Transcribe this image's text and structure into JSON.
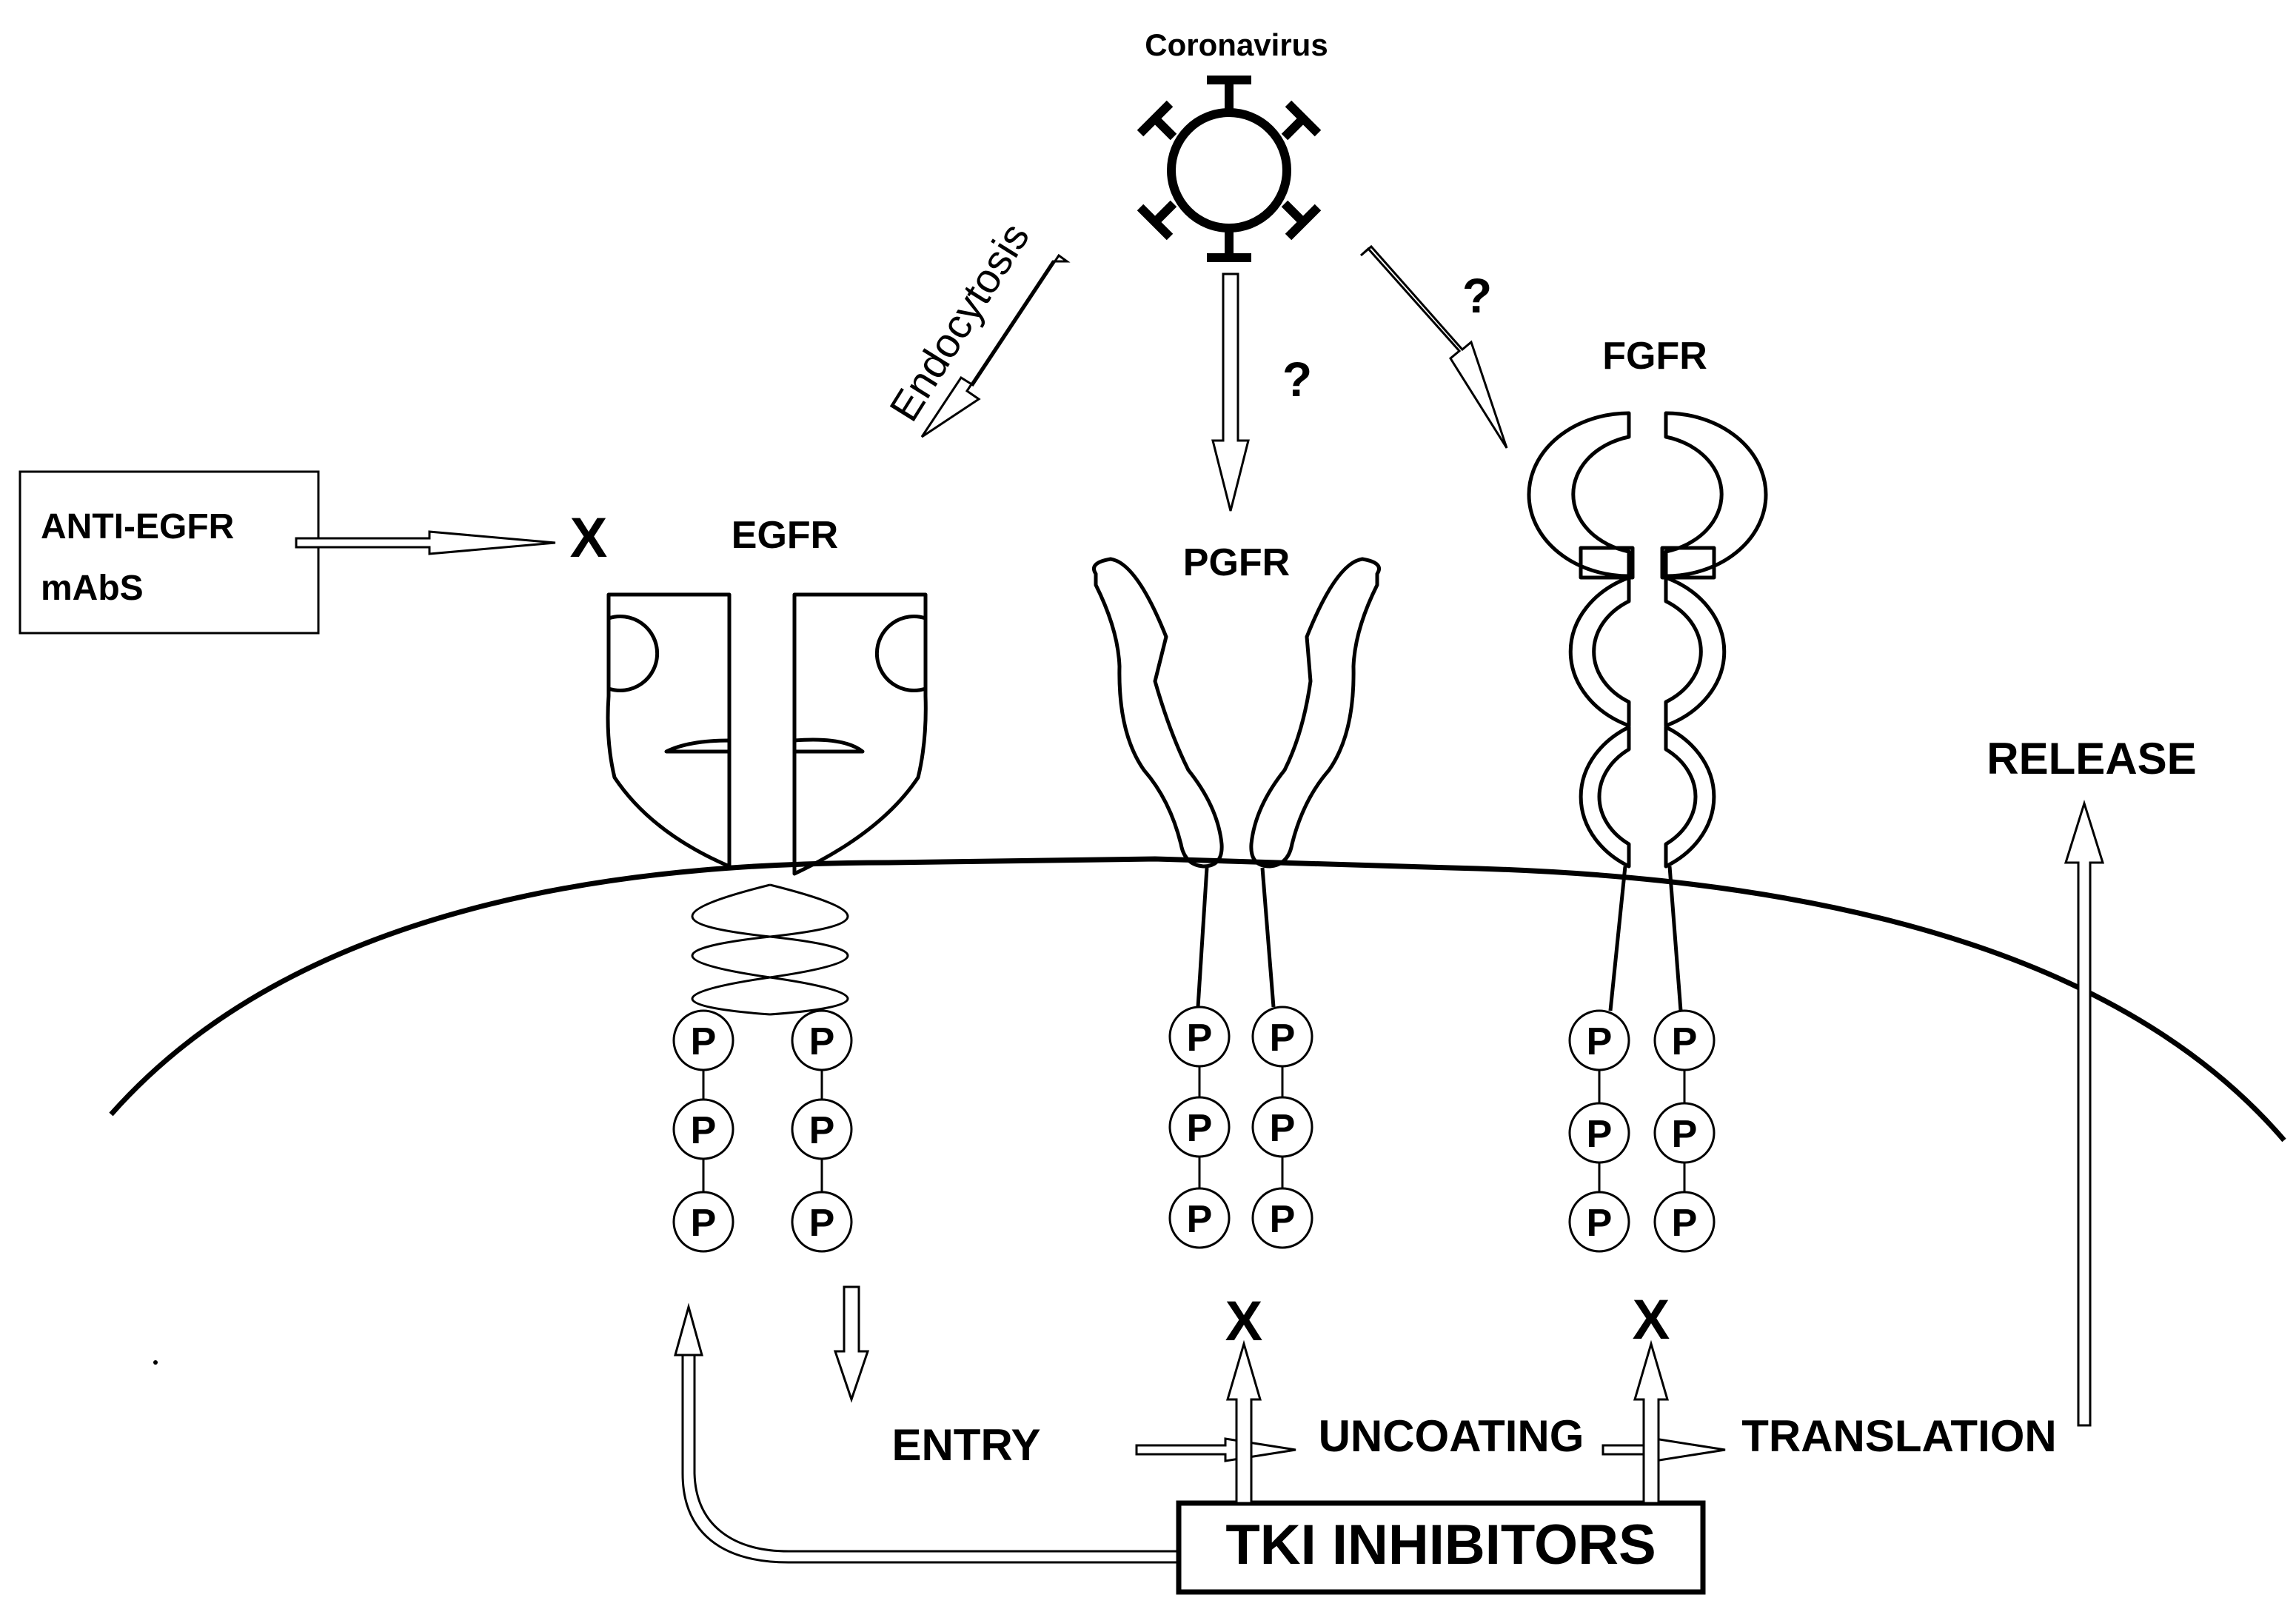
{
  "virus": {
    "label": "Coronavirus"
  },
  "pathway": {
    "endocytosis": "Endocytosis",
    "question": "?"
  },
  "receptors": {
    "egfr": "EGFR",
    "pgfr": "PGFR",
    "fgfr": "FGFR"
  },
  "phospho": {
    "label": "P"
  },
  "antibody": {
    "line1": "ANTI-EGFR",
    "line2": "mAbS"
  },
  "block": {
    "mark": "X"
  },
  "steps": {
    "entry": "ENTRY",
    "uncoating": "UNCOATING",
    "translation": "TRANSLATION",
    "release": "RELEASE"
  },
  "inhibitor": {
    "label": "TKI INHIBITORS"
  }
}
